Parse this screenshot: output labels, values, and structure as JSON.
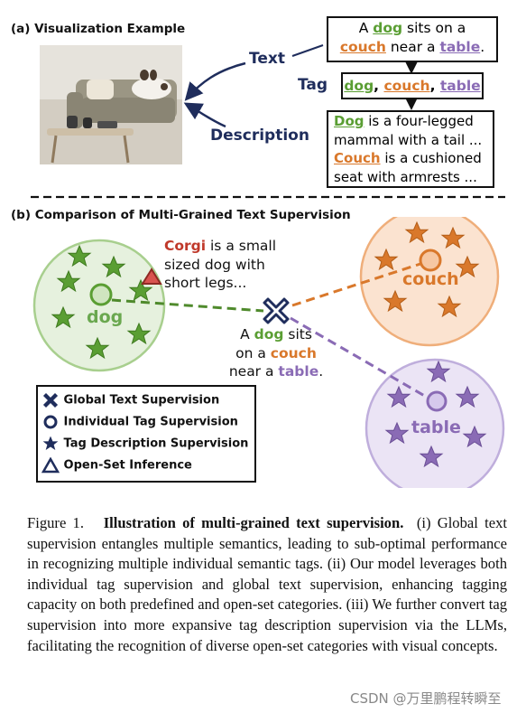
{
  "section_a": {
    "title": "(a) Visualization Example",
    "label_text": "Text",
    "label_tag": "Tag",
    "label_description": "Description",
    "text_box": {
      "p1": "A ",
      "dog": "dog",
      "p2": " sits on a",
      "couch": "couch",
      "p3": " near a ",
      "table": "table",
      "p4": "."
    },
    "tag_box": {
      "dog": "dog",
      "sep1": ", ",
      "couch": "couch",
      "sep2": ", ",
      "table": "table"
    },
    "desc_box": {
      "dog": "Dog",
      "line1_rest": " is a four-legged",
      "line2": "mammal with a tail ...",
      "couch": "Couch",
      "line3_rest": " is a cushioned",
      "line4": "seat with armrests ..."
    }
  },
  "section_b": {
    "title": "(b) Comparison of Multi-Grained Text Supervision",
    "corgi": {
      "name": "Corgi",
      "l1": " is a small",
      "l2": "sized dog with",
      "l3": "short legs..."
    },
    "cluster_dog": "dog",
    "cluster_couch": "couch",
    "cluster_table": "table",
    "center_text": {
      "p1": "A ",
      "dog": "dog",
      "p2": " sits",
      "p3": "on a ",
      "couch": "couch",
      "p4": "near a ",
      "table": "table",
      "p5": "."
    },
    "legend": [
      {
        "icon": "cross-icon",
        "label": "Global Text Supervision"
      },
      {
        "icon": "circle-icon",
        "label": "Individual Tag Supervision"
      },
      {
        "icon": "star-icon",
        "label": "Tag Description Supervision"
      },
      {
        "icon": "triangle-icon",
        "label": "Open-Set Inference"
      }
    ]
  },
  "caption": {
    "figure": "Figure 1.",
    "bold": "Illustration of multi-grained text supervision.",
    "body": "(i) Global text supervision entangles multiple semantics, leading to sub-optimal performance in recognizing multiple individual semantic tags. (ii) Our model leverages both individual tag supervision and global text supervision, enhancing tagging capacity on both predefined and open-set categories. (iii) We further convert tag supervision into more expansive tag description supervision via the LLMs, facilitating the recognition of diverse open-set categories with visual concepts."
  },
  "watermark": "CSDN @万里鹏程转瞬至",
  "colors": {
    "green": "#5a9e33",
    "orange": "#d9782b",
    "purple": "#8a6bb5",
    "red": "#c0392b",
    "navy": "#1f2d5c"
  }
}
